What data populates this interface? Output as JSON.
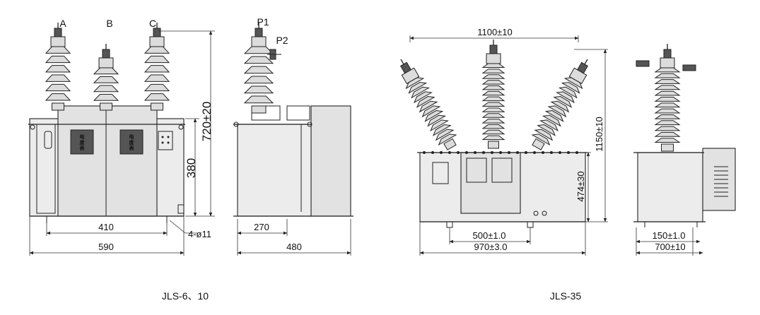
{
  "left_model": {
    "caption": "JLS-6、10",
    "phase_labels": [
      "A",
      "B",
      "C"
    ],
    "terminal_labels": [
      "P1",
      "P2"
    ],
    "meter_label": [
      "电",
      "度",
      "表"
    ],
    "dims": {
      "height_total": "720±20",
      "height_box": "380",
      "width_inner": "410",
      "width_total": "590",
      "holes": "4-ø11",
      "side_inner": "270",
      "side_total": "480"
    }
  },
  "right_model": {
    "caption": "JLS-35",
    "dims": {
      "top_span": "1100±10",
      "height_total": "1150±10",
      "height_box": "474±30",
      "width_inner": "500±1.0",
      "width_total": "970±3.0",
      "side_inner": "150±1.0",
      "side_total": "700±10"
    }
  }
}
